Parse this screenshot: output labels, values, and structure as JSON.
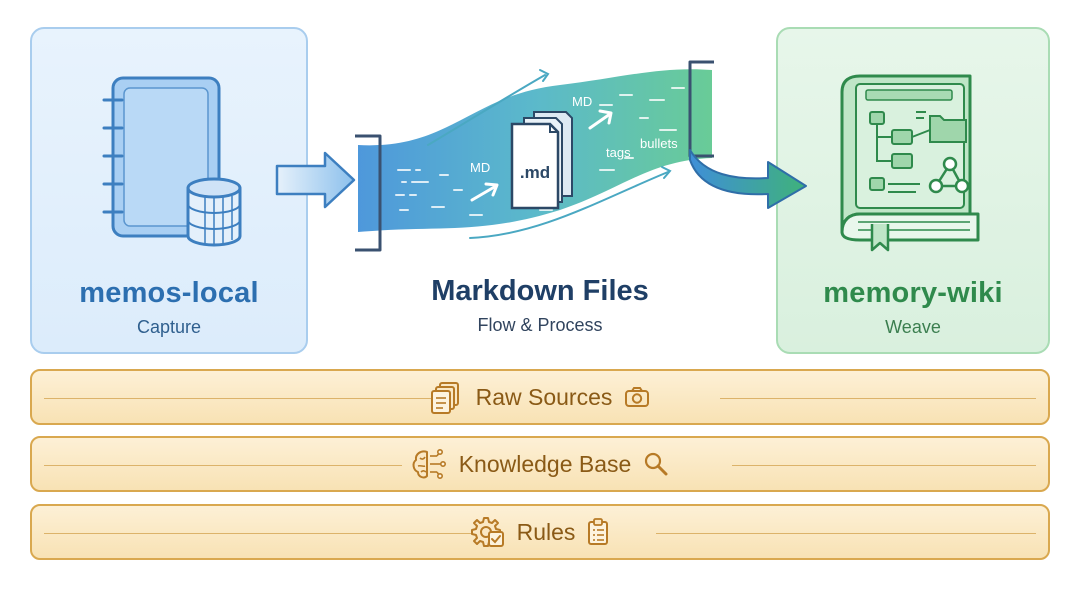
{
  "nodes": {
    "left": {
      "title": "memos-local",
      "subtitle": "Capture"
    },
    "center": {
      "title": "Markdown Files",
      "subtitle": "Flow & Process"
    },
    "right": {
      "title": "memory-wiki",
      "subtitle": "Weave"
    }
  },
  "flow_labels": {
    "md_top": "MD",
    "md_left": "MD",
    "file": ".md",
    "tags": "tags",
    "bullets": "bullets"
  },
  "layers": [
    {
      "label": "Raw Sources",
      "left_icon": "documents-icon",
      "right_icon": "camera-icon"
    },
    {
      "label": "Knowledge Base",
      "left_icon": "brain-icon",
      "right_icon": "magnifier-icon"
    },
    {
      "label": "Rules",
      "left_icon": "gear-check-icon",
      "right_icon": "clipboard-icon"
    }
  ],
  "colors": {
    "blue_accent": "#2c6fb0",
    "green_accent": "#2f8a4c",
    "gold_accent": "#d9a84f"
  }
}
